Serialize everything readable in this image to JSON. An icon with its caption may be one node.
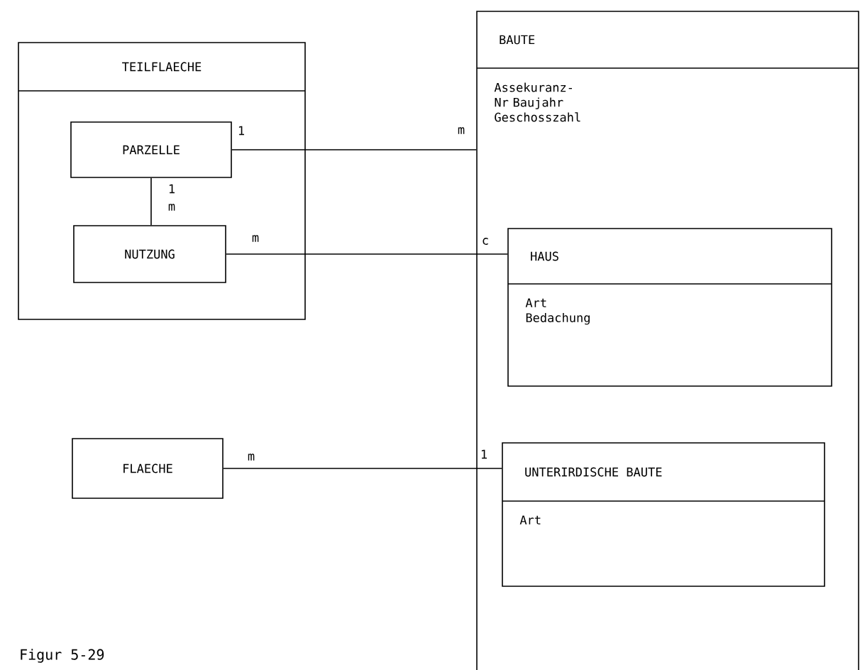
{
  "diagram": {
    "caption": "Figur 5-29",
    "nodes": [
      {
        "text": [
          "TEILFLAECHE"
        ]
      },
      {
        "text": [
          "PARZELLE"
        ],
        "in": 0
      },
      {
        "text": [
          "NUTZUNG"
        ],
        "in": 0
      },
      {
        "text": [
          "BAUTE",
          "Assekuranz-Nr Baujahr Geschosszahl"
        ]
      },
      {
        "text": [
          "HAUS",
          "Art Bedachung"
        ],
        "in": 3
      },
      {
        "text": [
          "UNTERIRDISCHE BAUTE",
          "Art"
        ],
        "in": 3
      },
      {
        "text": [
          "FLAECHE"
        ]
      }
    ],
    "edges": [
      {
        "from": 1,
        "to": 3,
        "arrow": "none"
      },
      {
        "from": 1,
        "to": 2,
        "arrow": "none"
      },
      {
        "from": 2,
        "to": 4,
        "arrow": "none"
      },
      {
        "from": 6,
        "to": 5,
        "arrow": "none"
      }
    ],
    "labels": [
      "1",
      "m",
      "1",
      "m",
      "m",
      "c",
      "m",
      "1"
    ]
  }
}
